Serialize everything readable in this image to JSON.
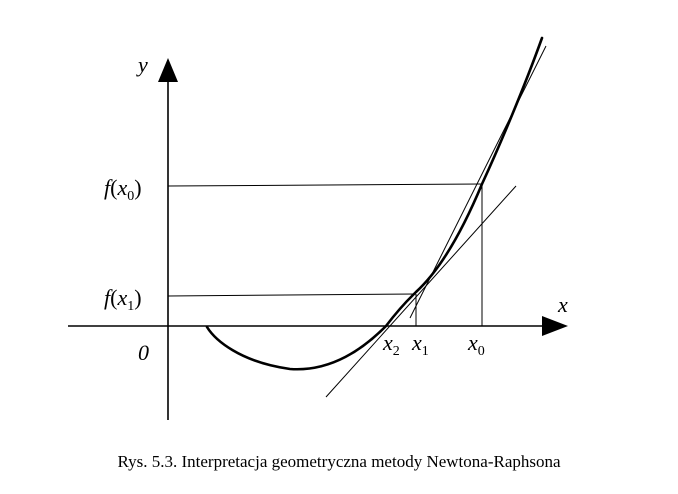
{
  "diagram": {
    "axis_y_label": "y",
    "axis_x_label": "x",
    "origin_label": "0",
    "f_x0": {
      "fn": "f",
      "open": "(",
      "var": "x",
      "sub": "0",
      "close": ")"
    },
    "f_x1": {
      "fn": "f",
      "open": "(",
      "var": "x",
      "sub": "1",
      "close": ")"
    },
    "x2": {
      "var": "x",
      "sub": "2"
    },
    "x1": {
      "var": "x",
      "sub": "1"
    },
    "x0": {
      "var": "x",
      "sub": "0"
    }
  },
  "caption": "Rys. 5.3. Interpretacja geometryczna metody Newtona-Raphsona",
  "colors": {
    "stroke": "#000000",
    "background": "#ffffff"
  }
}
